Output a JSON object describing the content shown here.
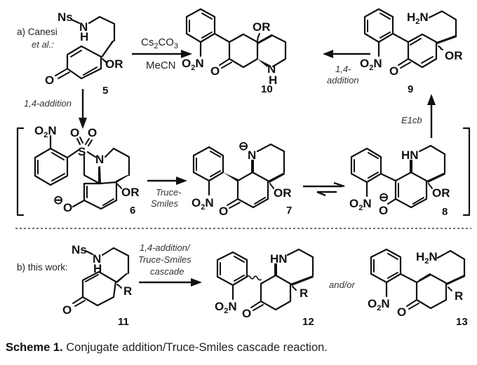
{
  "scheme": {
    "section_a": {
      "label": "a) Canesi",
      "label_italic": "et al.:",
      "reagent_top": "Cs",
      "reagent_top_sub": "2",
      "reagent_top_rest": "CO",
      "reagent_top_sub2": "3",
      "reagent_bottom": "MeCN",
      "step_14_addition": "1,4-addition",
      "step_14_addition_right_line1": "1,4-",
      "step_14_addition_right_line2": "addition",
      "step_truce_line1": "Truce-",
      "step_truce_line2": "Smiles",
      "step_e1cb": "E1cb"
    },
    "section_b": {
      "label": "b) this work:",
      "step_line1": "1,4-addition/",
      "step_line2": "Truce-Smiles",
      "step_line3": "cascade",
      "and_or": "and/or"
    },
    "compounds": [
      {
        "id": "5"
      },
      {
        "id": "10"
      },
      {
        "id": "9"
      },
      {
        "id": "6"
      },
      {
        "id": "7"
      },
      {
        "id": "8"
      },
      {
        "id": "11"
      },
      {
        "id": "12"
      },
      {
        "id": "13"
      }
    ],
    "atoms": {
      "Ns": "Ns",
      "N": "N",
      "H": "H",
      "HN": "HN",
      "O": "O",
      "OR": "OR",
      "R": "R",
      "S": "S",
      "H2N_H": "H",
      "H2N_2": "2",
      "H2N_N": "N",
      "O2N_O": "O",
      "O2N_2": "2",
      "O2N_N": "N",
      "minus": "⊖"
    }
  },
  "caption": {
    "bold": "Scheme 1.",
    "text": " Conjugate addition/Truce-Smiles cascade reaction."
  }
}
